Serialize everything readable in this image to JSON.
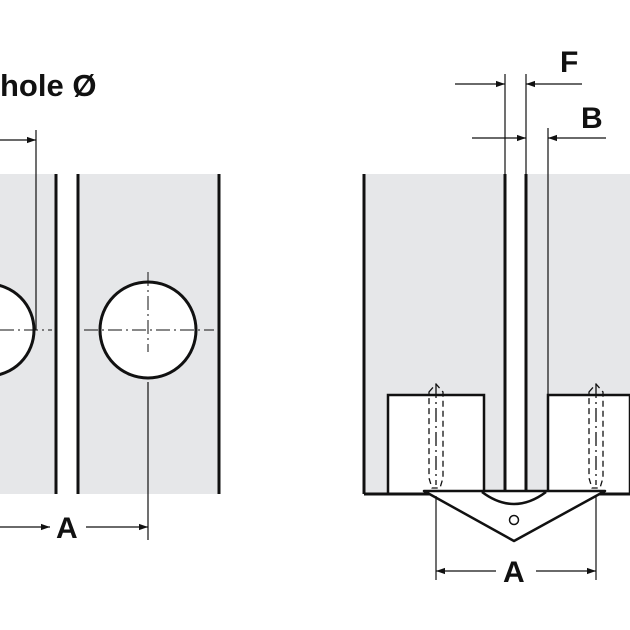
{
  "labels": {
    "hole_diameter": "hole Ø",
    "left_spacing": "A",
    "right_spacing": "A",
    "gap_f": "F",
    "gap_b": "B"
  },
  "colors": {
    "panel_fill": "#e6e7e9",
    "line": "#111111",
    "background": "#ffffff"
  }
}
